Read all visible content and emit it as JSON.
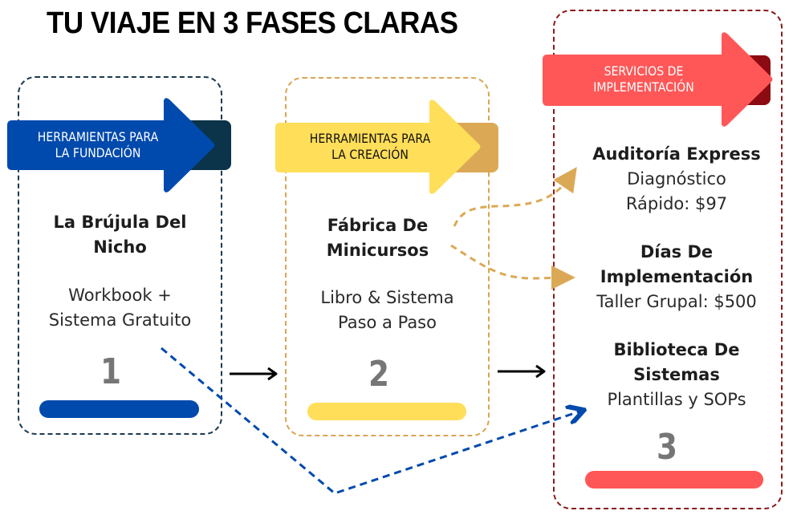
{
  "title": "TU VIAJE EN 3 FASES CLARAS",
  "phases": [
    {
      "banner_line1": "HERRAMIENTAS PARA",
      "banner_line2": "LA FUNDACIÓN",
      "product_line1": "La Brújula Del",
      "product_line2": "Nicho",
      "desc_line1": "Workbook +",
      "desc_line2": "Sistema Gratuito",
      "number": "1",
      "colors": {
        "primary": "#004aad",
        "dark": "#0b3349",
        "border": "#1b3a50",
        "text": "#ffffff"
      }
    },
    {
      "banner_line1": "HERRAMIENTAS PARA",
      "banner_line2": "LA CREACIÓN",
      "product_line1": "Fábrica De",
      "product_line2": "Minicursos",
      "desc_line1": "Libro & Sistema",
      "desc_line2": "Paso a Paso",
      "number": "2",
      "colors": {
        "primary": "#ffde59",
        "dark": "#dba956",
        "border": "#d9a553",
        "text": "#111111"
      }
    },
    {
      "banner_line1": "SERVICIOS DE",
      "banner_line2": "IMPLEMENTACIÓN",
      "services": [
        {
          "name_line1": "Auditoría Express",
          "desc_line1": "Diagnóstico",
          "desc_line2": "Rápido: $97"
        },
        {
          "name_line1": "Días De",
          "name_line2": "Implementación",
          "desc_line1": "Taller Grupal: $500"
        },
        {
          "name_line1": "Biblioteca De",
          "name_line2": "Sistemas",
          "desc_line1": "Plantillas y SOPs"
        }
      ],
      "number": "3",
      "colors": {
        "primary": "#ff5757",
        "dark": "#8c0a11",
        "border": "#8b1a1a",
        "text": "#ffffff"
      }
    }
  ],
  "connectors": {
    "flow_arrow_color": "#000000",
    "minicursos_branch_color": "#dba956",
    "skip_path_color": "#004aad"
  }
}
